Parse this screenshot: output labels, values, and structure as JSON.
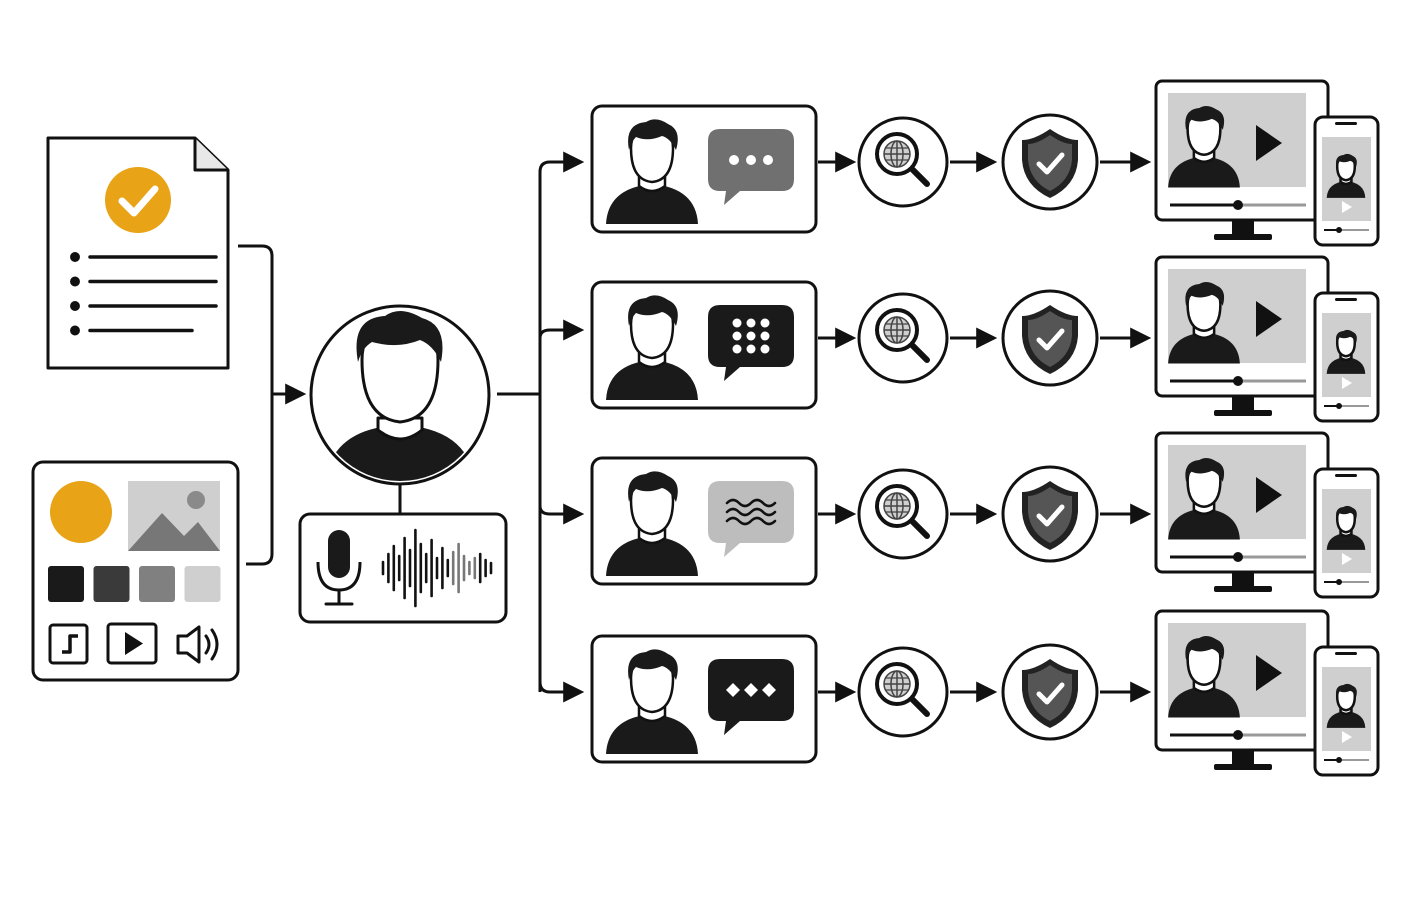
{
  "colors": {
    "background": "#ffffff",
    "stroke": "#111111",
    "accent": "#e8a317",
    "fill_dark": "#1a1a1a",
    "fill_mid": "#707070",
    "fill_light": "#bdbdbd",
    "fill_pale": "#d6d6d6",
    "screen_bg": "#cfcfcf"
  },
  "inputs": {
    "script_document": {
      "icon": "document-with-checklist-icon",
      "badge": "check-circle-icon",
      "bullet_count": 4
    },
    "brand_assets": {
      "icons": [
        "color-swatch-icon",
        "image-placeholder-icon",
        "music-note-icon",
        "play-icon",
        "speaker-icon"
      ],
      "palette": [
        "#1a1a1a",
        "#3a3a3a",
        "#808080",
        "#cfcfcf"
      ]
    }
  },
  "core": {
    "avatar": "person-avatar-icon",
    "voice": [
      "microphone-icon",
      "waveform-icon"
    ]
  },
  "variants": [
    {
      "speech_bubble_style": "dots",
      "bubble_color": "#707070"
    },
    {
      "speech_bubble_style": "grid",
      "bubble_color": "#1a1a1a"
    },
    {
      "speech_bubble_style": "waves",
      "bubble_color": "#bdbdbd"
    },
    {
      "speech_bubble_style": "diamonds",
      "bubble_color": "#1a1a1a"
    }
  ],
  "pipeline_steps": [
    "globe-search-icon",
    "shield-check-icon",
    "monitor-phone-video-icon"
  ]
}
